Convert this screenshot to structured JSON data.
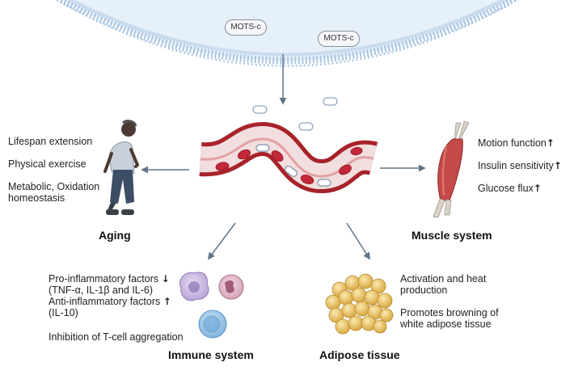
{
  "membrane": {
    "molecule_1": "MOTS-c",
    "molecule_2": "MOTS-c"
  },
  "aging": {
    "title": "Aging",
    "effects": [
      "Lifespan extension",
      "Physical exercise",
      "Metabolic, Oxidation",
      "homeostasis"
    ]
  },
  "muscle": {
    "title": "Muscle system",
    "effects": [
      "Motion function",
      "Insulin sensitivity",
      "Glucose flux"
    ],
    "up_arrow": "↑"
  },
  "immune": {
    "title": "Immune system",
    "line1": "Pro-inflammatory factors",
    "down_arrow": "↓",
    "line2": "(TNF-α, IL-1β and IL-6)",
    "line3": "Anti-inflammatory factors",
    "up_arrow": "↑",
    "line4": "(IL-10)",
    "line5": "Inhibition of T-cell aggregation"
  },
  "adipose": {
    "title": "Adipose tissue",
    "effects": [
      "Activation and heat",
      "production",
      "Promotes browning of",
      "white adipose tissue"
    ]
  },
  "colors": {
    "membrane_fill": "#e3eef8",
    "membrane_line": "#a8c4e0",
    "vessel": "#b8262c",
    "rbc": "#c4283a",
    "arrow": "#5f7487",
    "muscle": "#c44a4a",
    "fat": "#e8c56a"
  }
}
